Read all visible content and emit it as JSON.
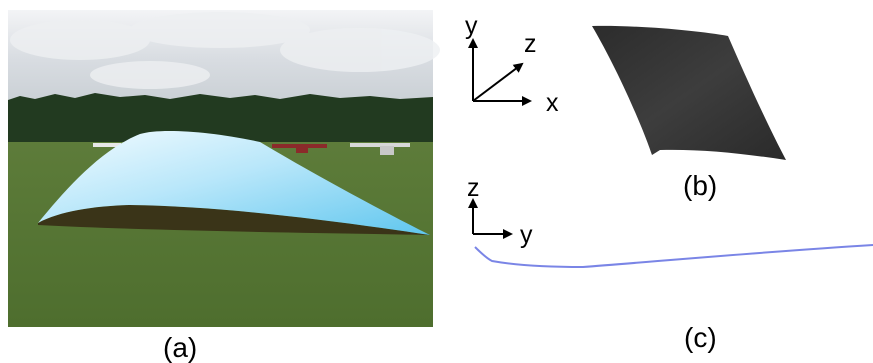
{
  "panels": {
    "a": {
      "label": "(a)"
    },
    "b": {
      "label": "(b)"
    },
    "c": {
      "label": "(c)"
    }
  },
  "axes_xyz": {
    "y": "y",
    "z": "z",
    "x": "x"
  },
  "axes_zy": {
    "z": "z",
    "y": "y"
  },
  "colors": {
    "wing_top_light": "#f2fbff",
    "wing_top_blue": "#66ccf0",
    "wing_underside": "#3a3418",
    "surface_b": "#3a3a3a",
    "profile_line": "#7a85e6",
    "grass": "#5a7a3a",
    "sky": "#dfe2e6",
    "trees": "#233a22"
  }
}
